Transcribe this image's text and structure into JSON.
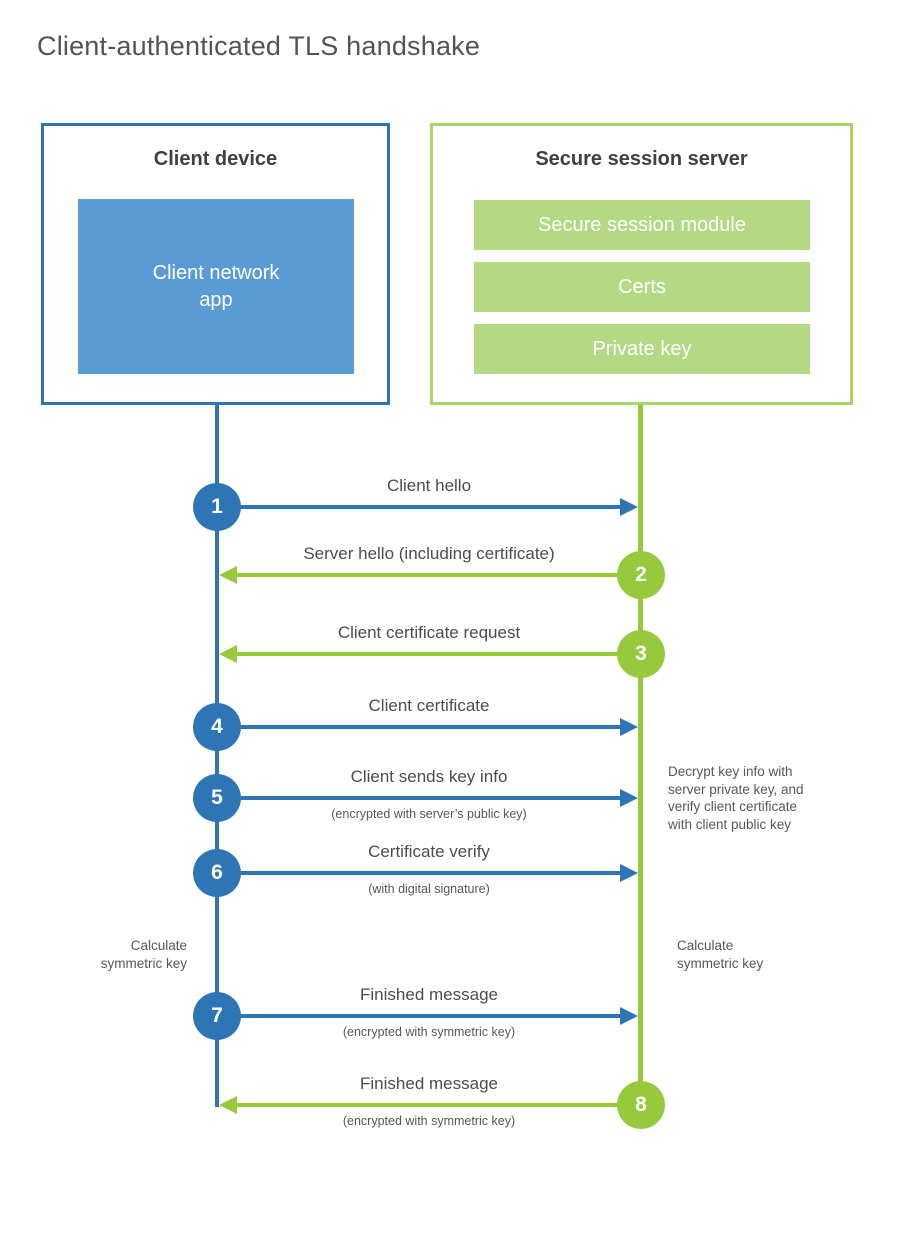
{
  "title": "Client-authenticated TLS handshake",
  "client": {
    "title": "Client device",
    "app": "Client network\napp"
  },
  "server": {
    "title": "Secure session server",
    "modules": [
      "Secure session module",
      "Certs",
      "Private key"
    ]
  },
  "steps": [
    {
      "num": "1",
      "from": "client",
      "to": "server",
      "label": "Client hello",
      "sublabel": ""
    },
    {
      "num": "2",
      "from": "server",
      "to": "client",
      "label": "Server hello (including certificate)",
      "sublabel": ""
    },
    {
      "num": "3",
      "from": "server",
      "to": "client",
      "label": "Client certificate request",
      "sublabel": ""
    },
    {
      "num": "4",
      "from": "client",
      "to": "server",
      "label": "Client certificate",
      "sublabel": ""
    },
    {
      "num": "5",
      "from": "client",
      "to": "server",
      "label": "Client sends key info",
      "sublabel": "(encrypted with server’s public key)"
    },
    {
      "num": "6",
      "from": "client",
      "to": "server",
      "label": "Certificate verify",
      "sublabel": "(with digital signature)"
    },
    {
      "num": "7",
      "from": "client",
      "to": "server",
      "label": "Finished message",
      "sublabel": "(encrypted with symmetric key)"
    },
    {
      "num": "8",
      "from": "server",
      "to": "client",
      "label": "Finished message",
      "sublabel": "(encrypted with symmetric key)"
    }
  ],
  "notes": {
    "server_decrypt": "Decrypt key info with\nserver private key, and\nverify client certificate\nwith client public key",
    "client_calculate": "Calculate\nsymmetric key",
    "server_calculate": "Calculate\nsymmetric key"
  },
  "colors": {
    "blue": "#2e75b5",
    "blue_fill": "#5b9bd5",
    "green": "#97c93d",
    "green_border": "#a9d46a",
    "green_fill": "#b4d884"
  }
}
